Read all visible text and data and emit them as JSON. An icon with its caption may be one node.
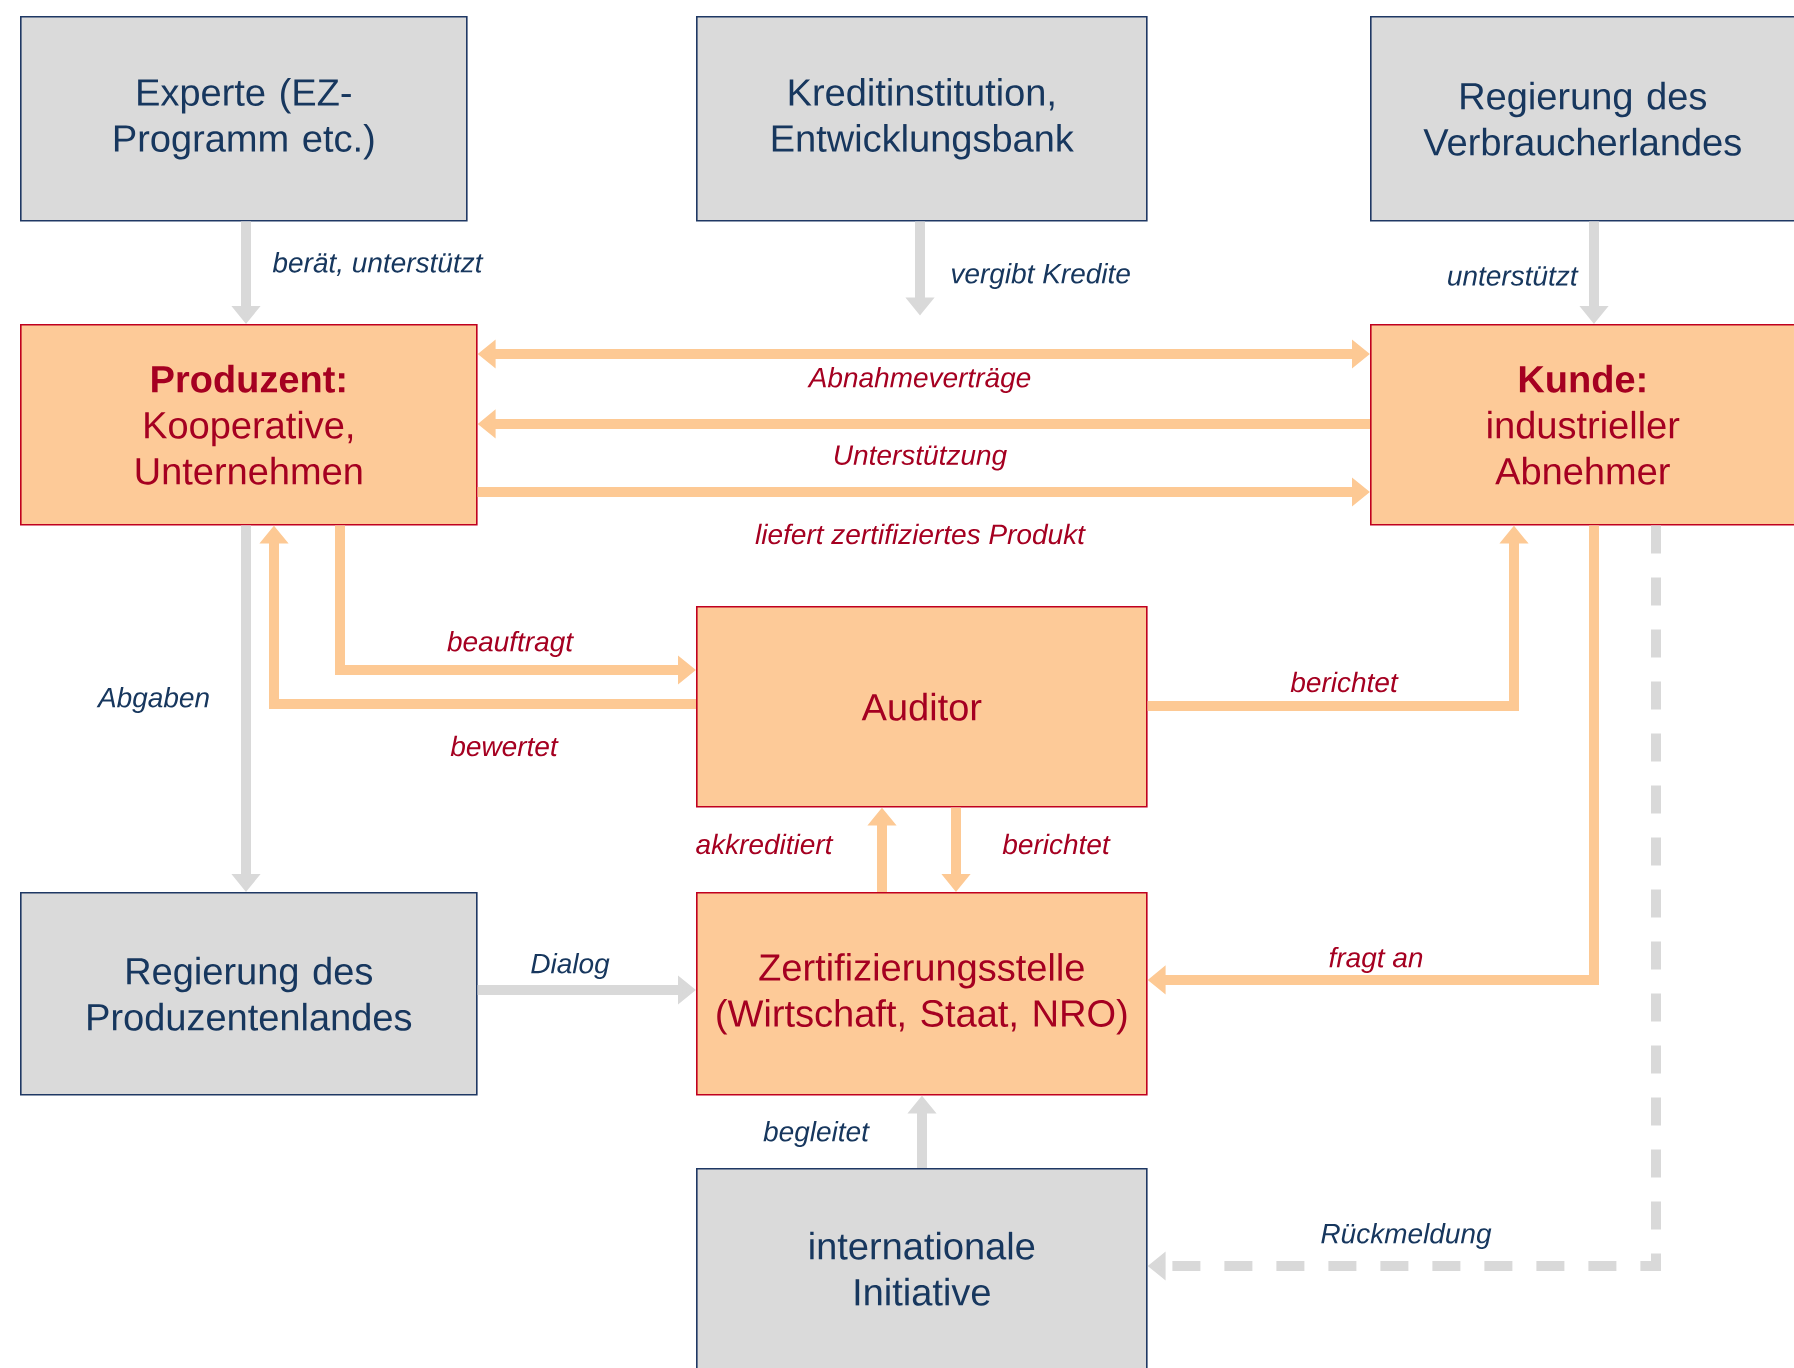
{
  "diagram": {
    "nodes": [
      {
        "text": [
          "Experte (EZ-Programm etc.)"
        ]
      },
      {
        "text": [
          "Kreditinstitution, Entwicklungsbank"
        ]
      },
      {
        "text": [
          "Regierung des Verbraucherlandes"
        ]
      },
      {
        "text": [
          "Produzent:",
          "Kooperative, Unternehmen"
        ]
      },
      {
        "text": [
          "Kunde:",
          "industrieller Abnehmer"
        ]
      },
      {
        "text": [
          "Auditor"
        ]
      },
      {
        "text": [
          "Regierung des Produzentenlandes"
        ]
      },
      {
        "text": [
          "Zertifizierungsstelle (Wirtschaft, Staat, NRO)"
        ]
      },
      {
        "text": [
          "internationale Initiative"
        ]
      }
    ],
    "edges": [
      {
        "from": 0,
        "to": 3,
        "arrow": "to",
        "label": "berät, unterstützt",
        "color": "#d9d9d9"
      },
      {
        "from": 1,
        "to": null,
        "arrow": "to",
        "label": "vergibt Kredite",
        "color": "#d9d9d9"
      },
      {
        "from": 2,
        "to": 4,
        "arrow": "to",
        "label": "unterstützt",
        "color": "#d9d9d9"
      },
      {
        "from": 3,
        "to": 4,
        "arrow": "both",
        "label": "Abnahmeverträge"
      },
      {
        "from": 4,
        "to": 3,
        "arrow": "to",
        "label": "Unterstützung"
      },
      {
        "from": 3,
        "to": 4,
        "arrow": "to",
        "label": "liefert zertifiziertes Produkt"
      },
      {
        "from": 3,
        "to": 5,
        "arrow": "to",
        "label": "beauftragt"
      },
      {
        "from": 5,
        "to": 3,
        "arrow": "to",
        "label": "bewertet"
      },
      {
        "from": 5,
        "to": 4,
        "arrow": "to",
        "label": "berichtet"
      },
      {
        "from": 3,
        "to": 6,
        "arrow": "to",
        "label": "Abgaben",
        "color": "#d9d9d9"
      },
      {
        "from": 7,
        "to": 5,
        "arrow": "to",
        "label": "akkreditiert"
      },
      {
        "from": 5,
        "to": 7,
        "arrow": "to",
        "label": "berichtet"
      },
      {
        "from": 6,
        "to": 7,
        "arrow": "to",
        "label": "Dialog",
        "color": "#d9d9d9"
      },
      {
        "from": 4,
        "to": 7,
        "arrow": "to",
        "label": "fragt an"
      },
      {
        "from": 8,
        "to": 7,
        "arrow": "to",
        "label": "begleitet",
        "color": "#d9d9d9"
      },
      {
        "from": 4,
        "to": 8,
        "arrow": "to",
        "label": "Rückmeldung",
        "style": "dashed",
        "color": "#d9d9d9"
      }
    ]
  }
}
